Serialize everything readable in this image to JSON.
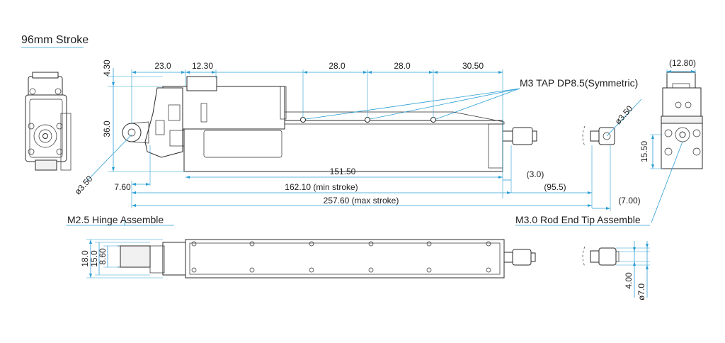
{
  "title": "96mm Stroke",
  "dims_top": {
    "d430": "4.30",
    "d230": "23.0",
    "d1230": "12.30",
    "d280a": "28.0",
    "d280b": "28.0",
    "d3050": "30.50",
    "d1280": "(12.80)"
  },
  "dims_side": {
    "d360": "36.0",
    "d350_left": "ø3.50",
    "d760": "7.60",
    "d1550": "15.50",
    "d350_right": "ø3.50"
  },
  "dims_bottom": {
    "d15150": "151.50",
    "d30": "(3.0)",
    "d16210": "162.10 (min stroke)",
    "d955": "(95.5)",
    "d25760": "257.60 (max stroke)",
    "d700": "(7.00)"
  },
  "dims_lower": {
    "d180": "18.0",
    "d150": "15.0",
    "d860": "8.60",
    "d400": "4.00",
    "d70": "ø7.0"
  },
  "callouts": {
    "tap": "M3 TAP DP8.5(Symmetric)",
    "hinge": "M2.5 Hinge Assemble",
    "rod_end": "M3.0 Rod End Tip Assemble"
  }
}
